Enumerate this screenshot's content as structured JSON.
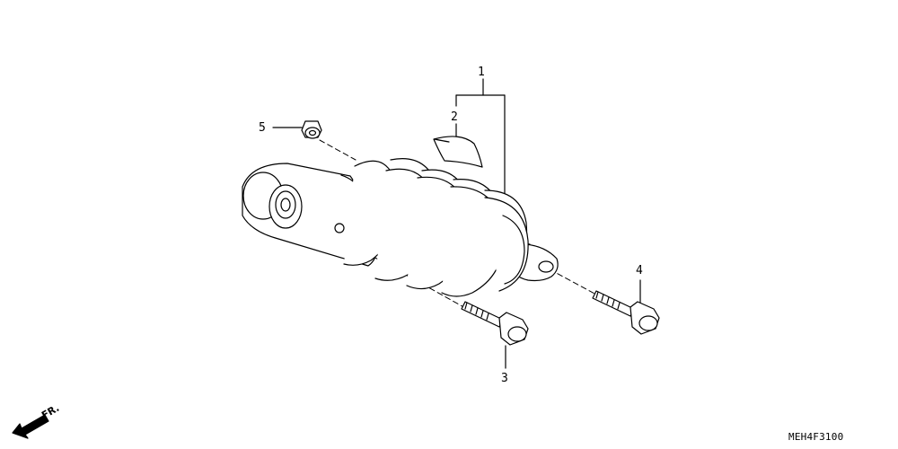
{
  "callouts": {
    "c1": "1",
    "c2": "2",
    "c3": "3",
    "c4": "4",
    "c5": "5"
  },
  "front_label": "FR.",
  "diagram_code": "MEH4F3100"
}
